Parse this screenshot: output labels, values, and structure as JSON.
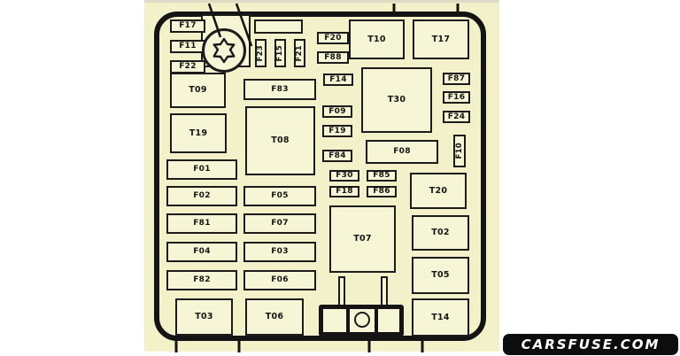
{
  "diagram": {
    "title": "engine-compartment-fuse-box-diagram",
    "watermark": "CARSFUSE.COM",
    "fuses": {
      "f17": "F17",
      "f11": "F11",
      "f22": "F22",
      "f23": "F23",
      "f15": "F15",
      "f21": "F21",
      "f20": "F20",
      "f88": "F88",
      "t10": "T10",
      "t17": "T17",
      "t09": "T09",
      "f83": "F83",
      "f14": "F14",
      "t30": "T30",
      "f87": "F87",
      "f16": "F16",
      "f24": "F24",
      "f09": "F09",
      "f19": "F19",
      "f84": "F84",
      "t19": "T19",
      "t08": "T08",
      "f08": "F08",
      "f10": "F10",
      "f01": "F01",
      "f30": "F30",
      "f85": "F85",
      "f18": "F18",
      "f86": "F86",
      "t20": "T20",
      "f02": "F02",
      "f05": "F05",
      "f81": "F81",
      "f07": "F07",
      "t07": "T07",
      "t02": "T02",
      "f04": "F04",
      "f03": "F03",
      "f82": "F82",
      "f06": "F06",
      "t05": "T05",
      "t03": "T03",
      "t06": "T06",
      "t14": "T14"
    }
  }
}
